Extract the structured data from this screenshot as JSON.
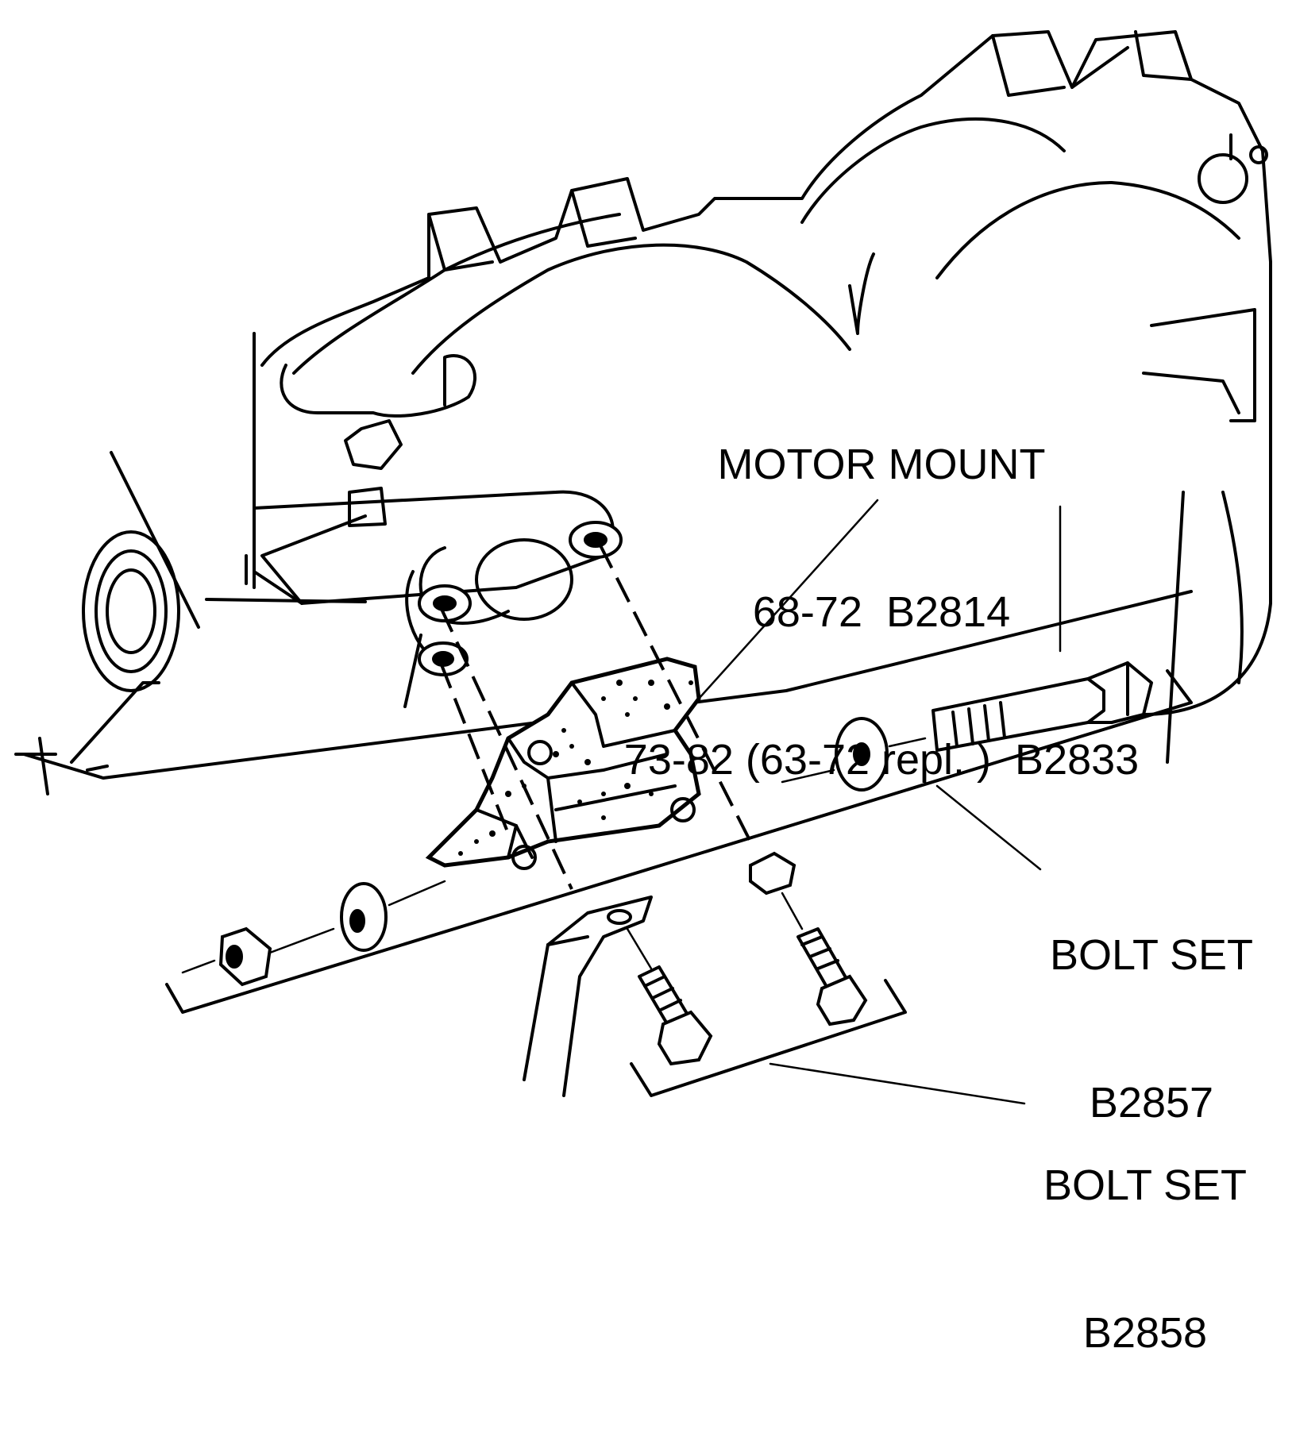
{
  "motor_mount": {
    "title": "MOTOR MOUNT",
    "line1": "68-72  B2814",
    "line2": "73-82 (63-72 repl. )  B2833"
  },
  "bolt_set_upper": {
    "title": "BOLT SET",
    "part": "B2857"
  },
  "bolt_set_lower": {
    "title": "BOLT SET",
    "part": "B2858"
  }
}
